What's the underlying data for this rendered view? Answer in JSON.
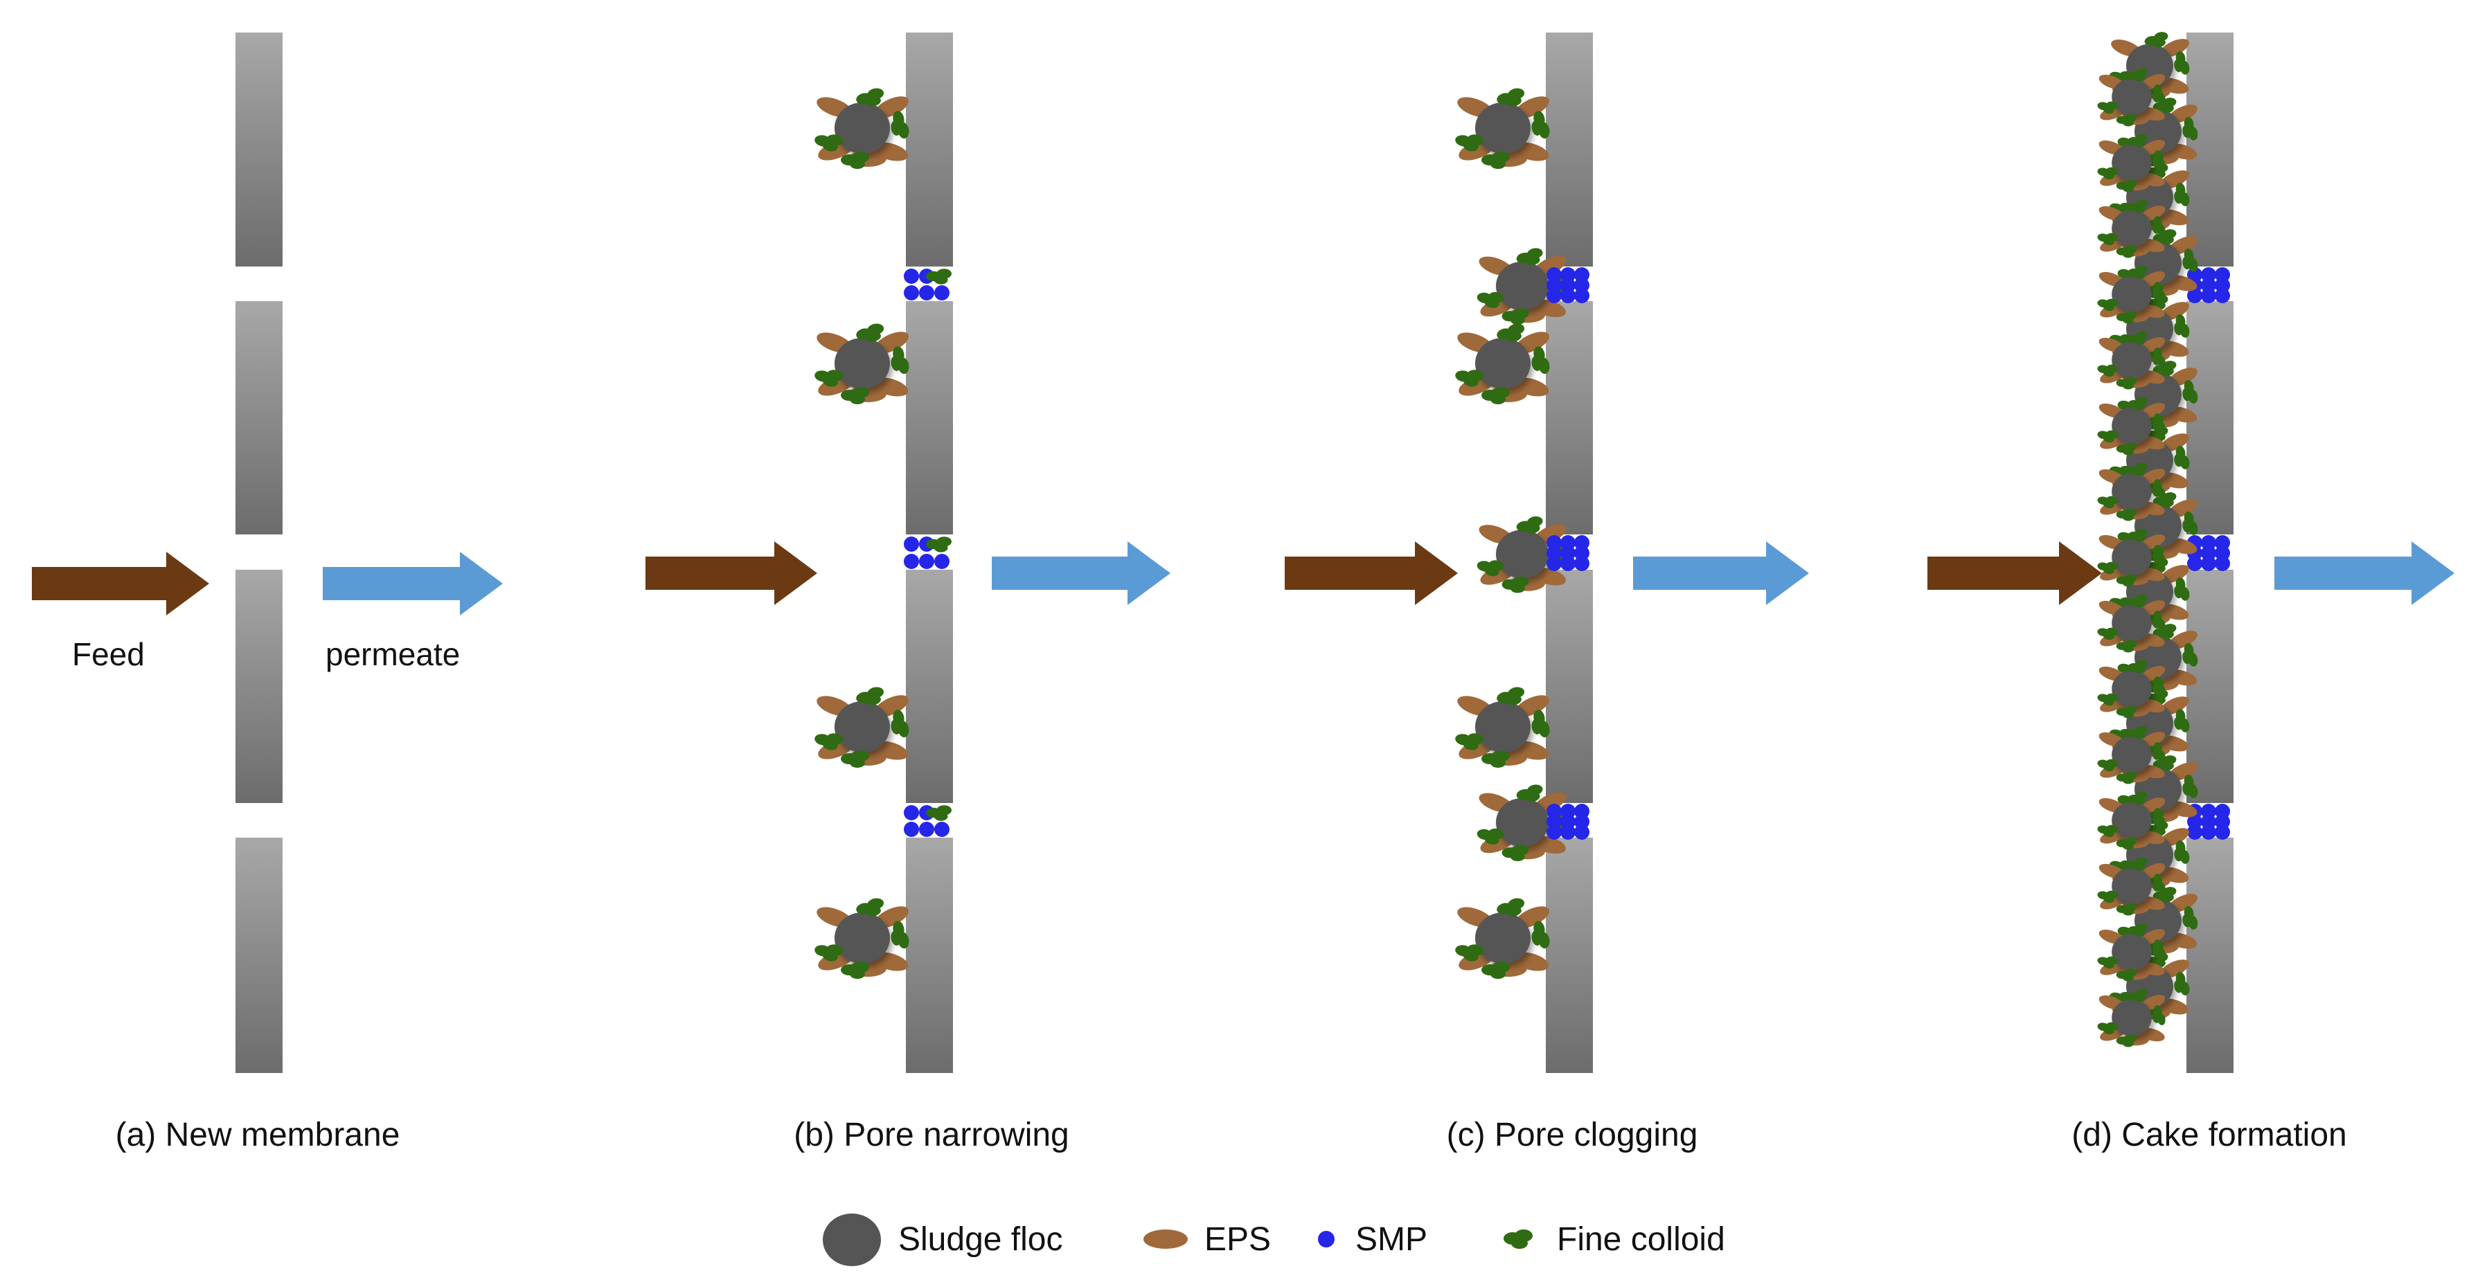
{
  "labels": {
    "feed": "Feed",
    "permeate": "permeate"
  },
  "stages": [
    {
      "caption": "(a) New membrane"
    },
    {
      "caption": "(b) Pore narrowing"
    },
    {
      "caption": "(c) Pore clogging"
    },
    {
      "caption": "(d) Cake formation"
    }
  ],
  "legend": [
    {
      "key": "floc",
      "label": "Sludge floc"
    },
    {
      "key": "eps",
      "label": "EPS"
    },
    {
      "key": "smp",
      "label": "SMP"
    },
    {
      "key": "colloid",
      "label": "Fine colloid"
    }
  ],
  "colors": {
    "feed_arrow": "#6b3a12",
    "permeate_arrow": "#5b9bd5",
    "membrane_light": "#a6a6a6",
    "membrane_dark": "#6e6e6e",
    "floc": "#555555",
    "eps": "#a0693a",
    "smp": "#2626e8",
    "colloid": "#2f6b12"
  }
}
